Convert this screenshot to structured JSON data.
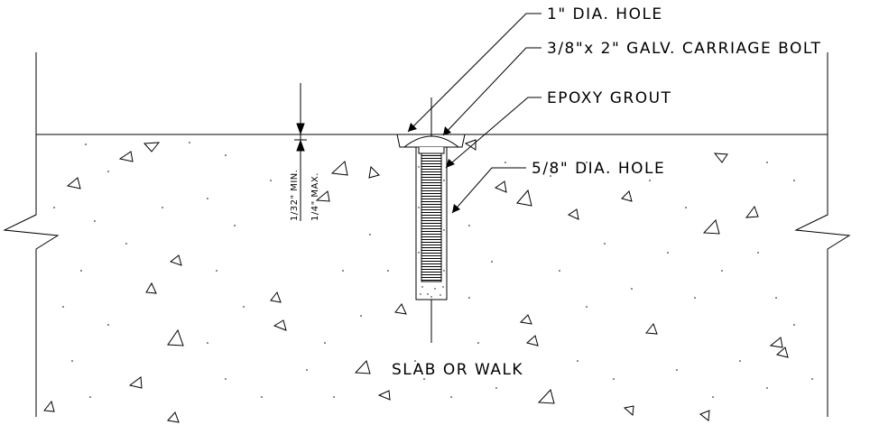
{
  "labels": {
    "hole_1in": "1\" DIA. HOLE",
    "carriage_bolt": "3/8\"x 2\" GALV. CARRIAGE BOLT",
    "epoxy_grout": "EPOXY GROUT",
    "hole_5_8in": "5/8\" DIA. HOLE",
    "slab_or_walk": "SLAB OR WALK"
  },
  "dimensions": {
    "min": "1/32\" MIN.",
    "max": "1/4\" MAX."
  }
}
